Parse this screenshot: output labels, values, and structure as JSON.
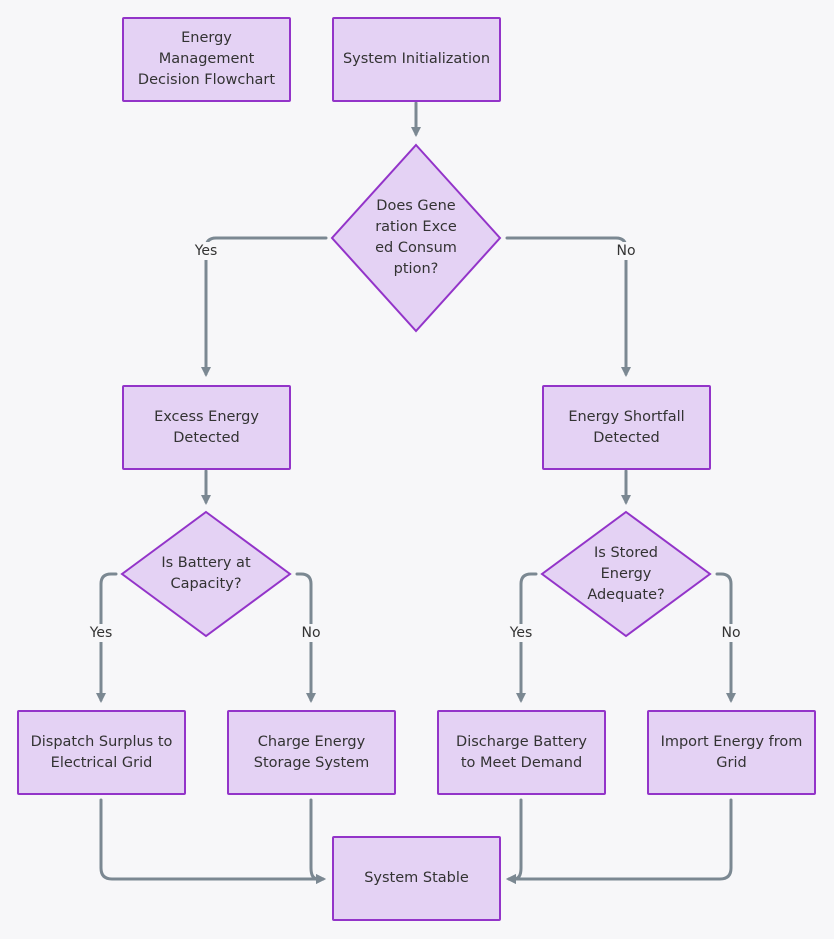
{
  "diagram": {
    "title": "Energy Management Decision Flowchart",
    "nodes": {
      "init": "System Initialization",
      "decision_main": "Does Generation Exceed Consumption?",
      "excess": "Excess Energy Detected",
      "shortfall": "Energy Shortfall Detected",
      "decision_battery": "Is Battery at Capacity?",
      "decision_stored": "Is Stored Energy Adequate?",
      "dispatch": "Dispatch Surplus to Electrical Grid",
      "charge": "Charge Energy Storage System",
      "discharge": "Discharge Battery to Meet Demand",
      "import": "Import Energy from Grid",
      "stable": "System Stable"
    },
    "edge_labels": {
      "main_yes": "Yes",
      "main_no": "No",
      "battery_yes": "Yes",
      "battery_no": "No",
      "stored_yes": "Yes",
      "stored_no": "No"
    },
    "colors": {
      "node_fill": "#e4d2f4",
      "node_border": "#9334c9",
      "edge": "#7b8892",
      "text": "#333333",
      "background": "#f7f7f9"
    }
  }
}
